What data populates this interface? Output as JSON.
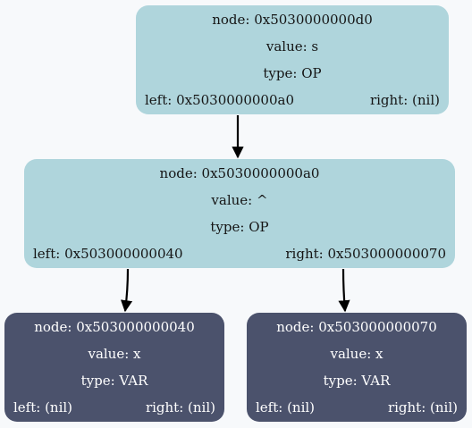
{
  "nodes": {
    "root": {
      "node": "node: 0x5030000000d0",
      "value": "value: s",
      "type": "type: OP",
      "left": "left: 0x5030000000a0",
      "right": "right: (nil)"
    },
    "pow": {
      "node": "node: 0x5030000000a0",
      "value": "value: ^",
      "type": "type: OP",
      "left": "left: 0x503000000040",
      "right": "right: 0x503000000070"
    },
    "left_var": {
      "node": "node: 0x503000000040",
      "value": "value: x",
      "type": "type: VAR",
      "left": "left: (nil)",
      "right": "right: (nil)"
    },
    "right_var": {
      "node": "node: 0x503000000070",
      "value": "value: x",
      "type": "type: VAR",
      "left": "left: (nil)",
      "right": "right: (nil)"
    }
  },
  "colors": {
    "op_fill": "#afd5dc",
    "var_fill": "#4b526c",
    "edge": "#000000"
  }
}
